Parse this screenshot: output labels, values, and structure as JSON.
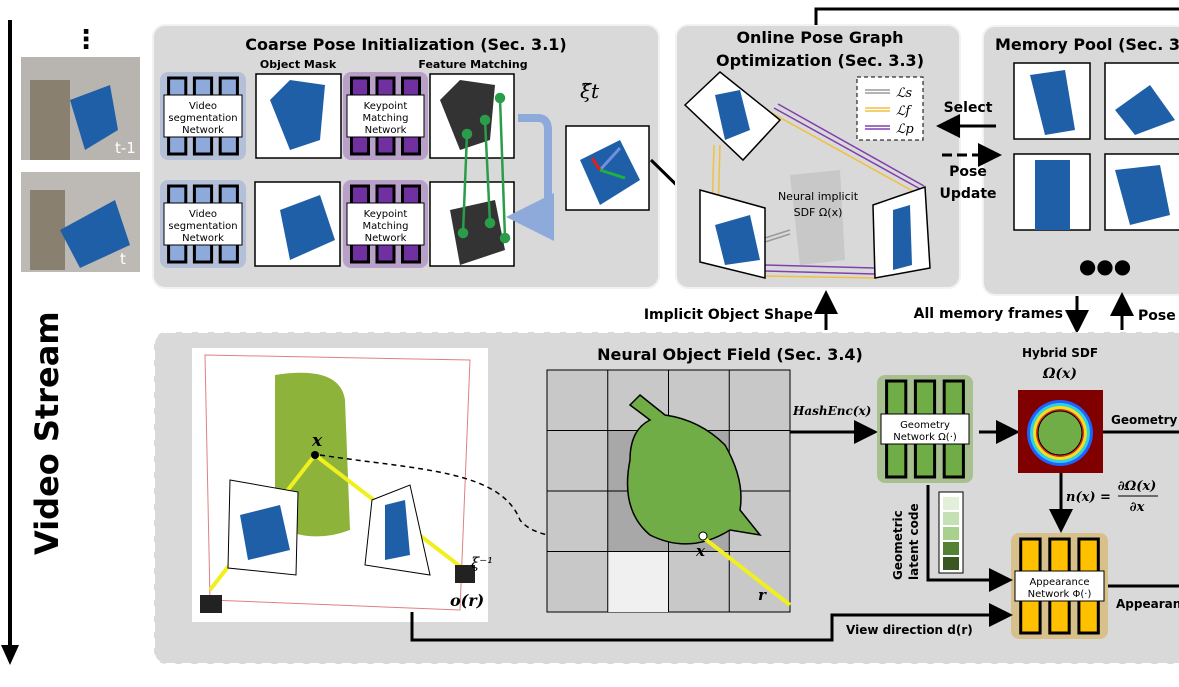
{
  "left": {
    "ellipsis": "⋮",
    "frames": [
      {
        "label": "t-1"
      },
      {
        "label": "t"
      }
    ],
    "stream_label": "Video Stream"
  },
  "coarse": {
    "title": "Coarse Pose Initialization (Sec. 3.1)",
    "object_mask_label": "Object Mask",
    "feature_matching_label": "Feature Matching",
    "video_seg_lines": [
      "Video",
      "segmentation",
      "Network"
    ],
    "keypoint_lines": [
      "Keypoint",
      "Matching",
      "Network"
    ],
    "pose_label": "ξ̃t"
  },
  "pose_graph": {
    "title_lines": [
      "Online Pose Graph",
      "Optimization (Sec. 3.3)"
    ],
    "legend": [
      {
        "label": "ℒs",
        "color": "#9a9a9a"
      },
      {
        "label": "ℒf",
        "color": "#f0c040"
      },
      {
        "label": "ℒp",
        "color": "#8040b0"
      }
    ],
    "sdf_lines": [
      "Neural implicit",
      "SDF Ω(x)"
    ]
  },
  "memory": {
    "title": "Memory Pool (Sec. 3",
    "select_label": "Select",
    "pose_update_lines": [
      "Pose",
      "Update"
    ],
    "ellipsis": "●●●"
  },
  "connectors": {
    "implicit_shape": "Implicit Object Shape",
    "all_memory": "All memory frames",
    "pose": "Pose"
  },
  "neural_field": {
    "title": "Neural Object Field (Sec. 3.4)",
    "x_label": "x",
    "xi_label": "ξ⁻¹",
    "origin_label": "o(r)",
    "r_label": "r",
    "hashenc": "HashEnc(x)",
    "geometry_net_lines": [
      "Geometry",
      "Network Ω(·)"
    ],
    "hybrid_sdf_lines": [
      "Hybrid SDF",
      "Ω(x)"
    ],
    "geometry_out": "Geometry",
    "normal_eq": "n(x) =",
    "normal_num": "∂Ω(x)",
    "normal_den": "∂x",
    "latent_lines": [
      "Geometric",
      "latent code"
    ],
    "latent_colors": [
      "#e2efd9",
      "#c5e0b4",
      "#a9d18e",
      "#548235",
      "#385723"
    ],
    "appearance_net_lines": [
      "Appearance",
      "Network Φ(·)"
    ],
    "appearance_out": "Appearan",
    "view_dir": "View direction d(r)"
  },
  "colors": {
    "panel": "#d9d9d9",
    "seg_net": "#8eaadb",
    "kp_net": "#7030a0",
    "geo_net": "#70ad47",
    "app_net": "#ffc000",
    "mug": "#1f5fa8"
  }
}
